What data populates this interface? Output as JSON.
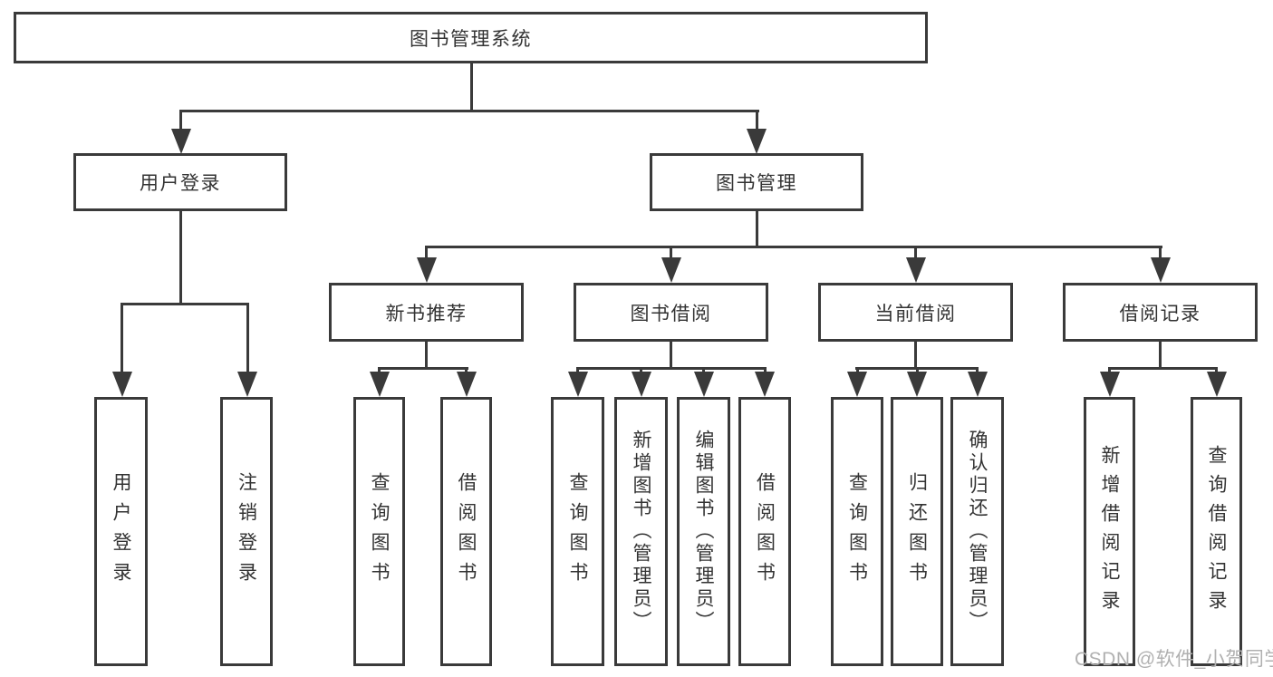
{
  "tree": {
    "label": "图书管理系统",
    "children": [
      {
        "label": "用户登录",
        "children": [
          {
            "label": "用户登录"
          },
          {
            "label": "注销登录"
          }
        ]
      },
      {
        "label": "图书管理",
        "children": [
          {
            "label": "新书推荐",
            "children": [
              {
                "label": "查询图书"
              },
              {
                "label": "借阅图书"
              }
            ]
          },
          {
            "label": "图书借阅",
            "children": [
              {
                "label": "查询图书"
              },
              {
                "label": "新增图书（管理员）"
              },
              {
                "label": "编辑图书（管理员）"
              },
              {
                "label": "借阅图书"
              }
            ]
          },
          {
            "label": "当前借阅",
            "children": [
              {
                "label": "查询图书"
              },
              {
                "label": "归还图书"
              },
              {
                "label": "确认归还（管理员）"
              }
            ]
          },
          {
            "label": "借阅记录",
            "children": [
              {
                "label": "新增借阅记录"
              },
              {
                "label": "查询借阅记录"
              }
            ]
          }
        ]
      }
    ]
  },
  "watermark": {
    "text": "CSDN @软件_小贺同学"
  },
  "colors": {
    "line": "#3a3a3a",
    "text": "#333333",
    "box_bg": "#ffffff",
    "watermark": "#b0b0b0"
  }
}
